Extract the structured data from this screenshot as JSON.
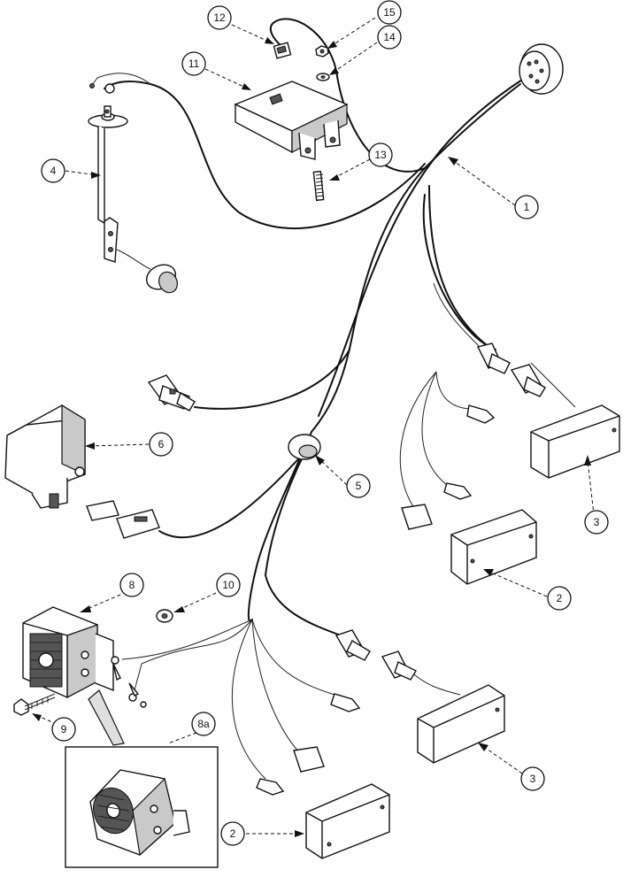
{
  "callouts": {
    "c1": "1",
    "c2a": "2",
    "c2b": "2",
    "c3a": "3",
    "c3b": "3",
    "c4": "4",
    "c5": "5",
    "c6": "6",
    "c8": "8",
    "c8a": "8a",
    "c9": "9",
    "c10": "10",
    "c11": "11",
    "c12": "12",
    "c13": "13",
    "c14": "14",
    "c15": "15"
  }
}
